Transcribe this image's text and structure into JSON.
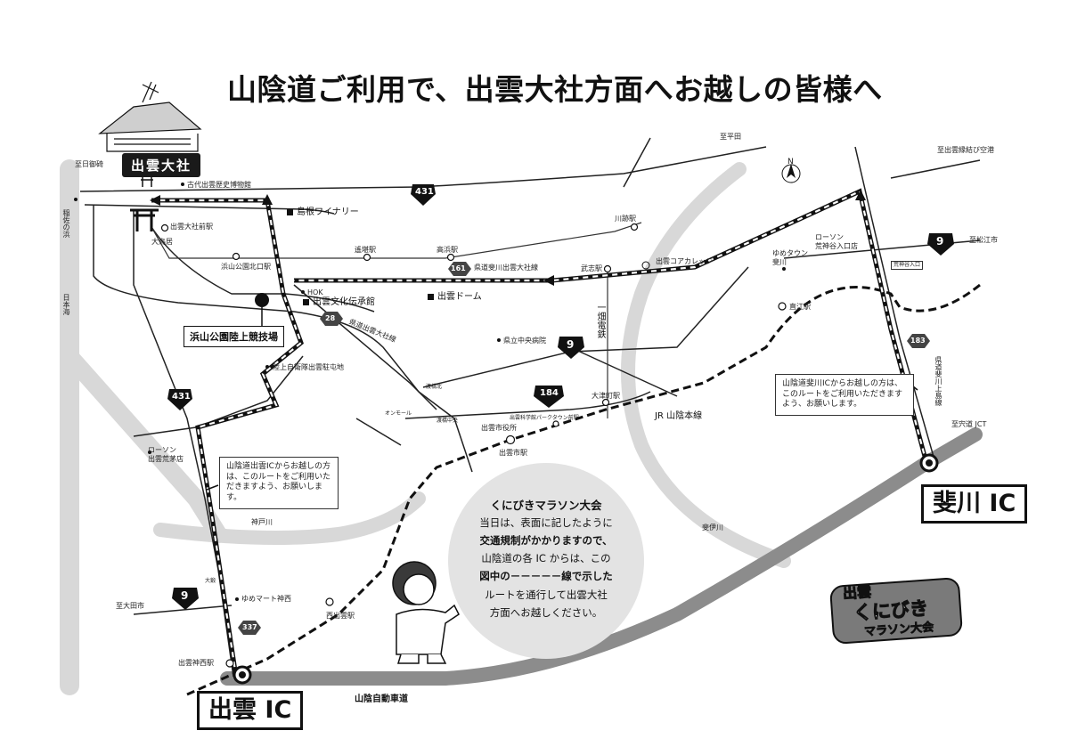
{
  "title": "山陰道ご利用で、出雲大社方面へお越しの皆様へ",
  "landmarks": {
    "taisha_label": "出雲大社",
    "venue": "浜山公園陸上競技場",
    "kodai_museum": "古代出雲歴史博物館",
    "winery": "島根ワイナリー",
    "dentokan": "出雲文化伝承館",
    "hok": "HOK",
    "dome": "出雲ドーム",
    "hospital": "県立中央病院",
    "jsdf": "陸上自衛隊出雲駐屯地",
    "college": "出雲コアカレッジ",
    "lawson_hikawa": "ローソン",
    "lawson_hikawa_2": "荒神谷入口店",
    "yumetown": "ゆめタウン",
    "yumetown_2": "斐川",
    "lawson_araya": "ローソン",
    "lawson_araya_2": "出雲荒茅店",
    "yumemart": "ゆめマート神西",
    "city_office": "出雲市役所",
    "park_town": "出雲科学館パークタウン前駅",
    "otorii": "大鳥居",
    "aeon": "オンモール"
  },
  "stations": {
    "taisha_mae": "出雲大社前駅",
    "hamayama": "浜山公園北口駅",
    "endo": "遙堪駅",
    "takahama": "高浜駅",
    "kawato": "川跡駅",
    "bushi": "武志駅",
    "izumoshi": "出雲市駅",
    "otsu": "大津町駅",
    "naoe": "直江駅",
    "nishi_izumo": "西出雲駅",
    "jinzai": "出雲神西駅"
  },
  "roads": {
    "r431_a": "431",
    "r431_b": "431",
    "r161": "161",
    "r161_name": "県道斐川出雲大社線",
    "r28": "28",
    "r28_name": "県道出雲大社線",
    "r9_main": "9",
    "r9_east": "9",
    "r9_sw": "9",
    "r184": "184",
    "r183": "183",
    "r183_name": "県道斐川上島線",
    "r337": "337",
    "expressway": "山陰自動車道",
    "jr": "JR 山陰本線",
    "ichibata": "一畑電鉄",
    "nishi_jr_label": "渡橋北",
    "watari_minami": "渡橋中央",
    "jinzai_label": "大鍛",
    "araya_entrance": "荒神谷入口"
  },
  "directions": {
    "to_hirata": "至平田",
    "to_airport": "至出雲縁結び空港",
    "to_matsue": "至松江市",
    "to_shinji_jct": "至宍道 JCT",
    "to_ohda": "至大田市",
    "to_hinomisaki": "至日御碕",
    "sea": "日本海",
    "inasa": "稲佐の浜",
    "kando_river": "神戸川",
    "hii_river": "斐伊川",
    "north": "N"
  },
  "interchanges": {
    "izumo_ic": "出雲 IC",
    "hikawa_ic": "斐川 IC"
  },
  "notes": {
    "izumo_note": "山陰道出雲ICからお越しの方は、このルートをご利用いただきますよう、お願いします。",
    "hikawa_note": "山陰道斐川ICからお越しの方は、このルートをご利用いただきますよう、お願いします。"
  },
  "bubble": {
    "heading": "くにびきマラソン大会",
    "line1": "当日は、表面に記したように",
    "line2": "交通規制がかかりますので、",
    "line3": "山陰道の各 IC からは、この",
    "line4": "図中の－－－－－線で示した",
    "line5": "ルートを通行して出雲大社",
    "line6": "方面へお越しください。"
  },
  "logo": {
    "line1": "出雲",
    "line2": "くにびき",
    "line3": "マラソン大会"
  },
  "colors": {
    "land_gray": "#d6d6d6",
    "road_black": "#222222",
    "expressway_gray": "#8c8c8c",
    "bubble_gray": "#e3e3e3"
  }
}
